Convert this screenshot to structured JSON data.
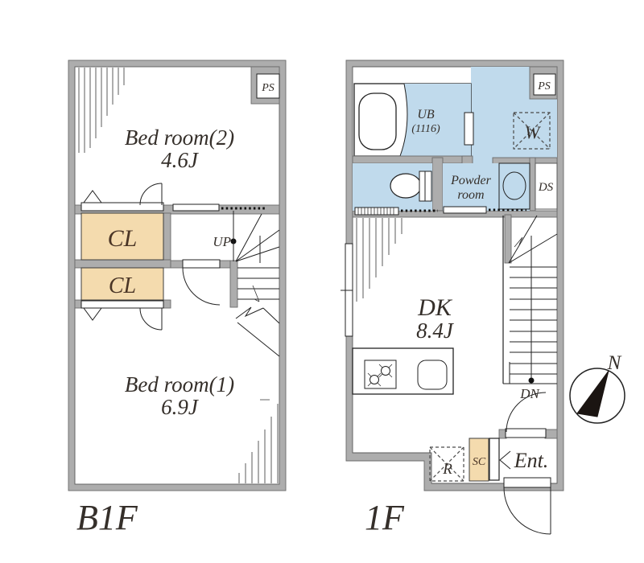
{
  "colors": {
    "wall": "#ADADAD",
    "blue": "#C0DAEC",
    "tan": "#F4DBAE",
    "text": "#352F2A"
  },
  "floors": {
    "b1f": {
      "label": "B1F",
      "pipe_space": "PS",
      "bedroom2": {
        "name": "Bed room(2)",
        "area": "4.6J"
      },
      "closet_upper": "CL",
      "closet_lower": "CL",
      "stairs_up": "UP",
      "bedroom1": {
        "name": "Bed room(1)",
        "area": "6.9J"
      }
    },
    "f1": {
      "label": "1F",
      "pipe_space": "PS",
      "unit_bath": {
        "name": "UB",
        "size": "(1116)"
      },
      "washer": "W",
      "powder_room": {
        "line1": "Powder",
        "line2": "room"
      },
      "duct_space": "DS",
      "dining_kitchen": {
        "name": "DK",
        "area": "8.4J"
      },
      "stairs_down": "DN",
      "refrigerator": "R",
      "shoe_closet": "SC",
      "entrance": "Ent."
    }
  },
  "compass": {
    "north": "N"
  }
}
